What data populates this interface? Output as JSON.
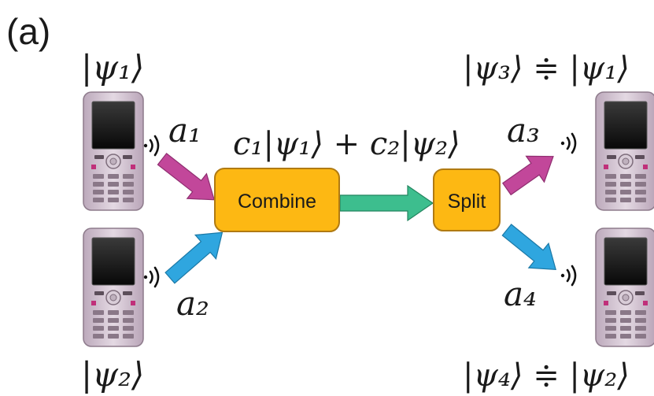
{
  "panel_label": "(a)",
  "states": {
    "psi1": "|ψ₁⟩",
    "psi2": "|ψ₂⟩",
    "psi3_relation": "|ψ₃⟩ ≑ |ψ₁⟩",
    "psi4_relation": "|ψ₄⟩ ≑ |ψ₂⟩"
  },
  "superposition": "c₁|ψ₁⟩ + c₂|ψ₂⟩",
  "amplitudes": {
    "a1": "a₁",
    "a2": "a₂",
    "a3": "a₃",
    "a4": "a₄"
  },
  "boxes": {
    "combine": "Combine",
    "split": "Split"
  },
  "colors": {
    "box_fill": "#FDB813",
    "box_stroke": "#B07A12",
    "arrow_magenta": "#C2479A",
    "arrow_blue": "#2FA6DF",
    "arrow_green": "#3DBE8E",
    "phone_body": "#D2C3D0"
  }
}
